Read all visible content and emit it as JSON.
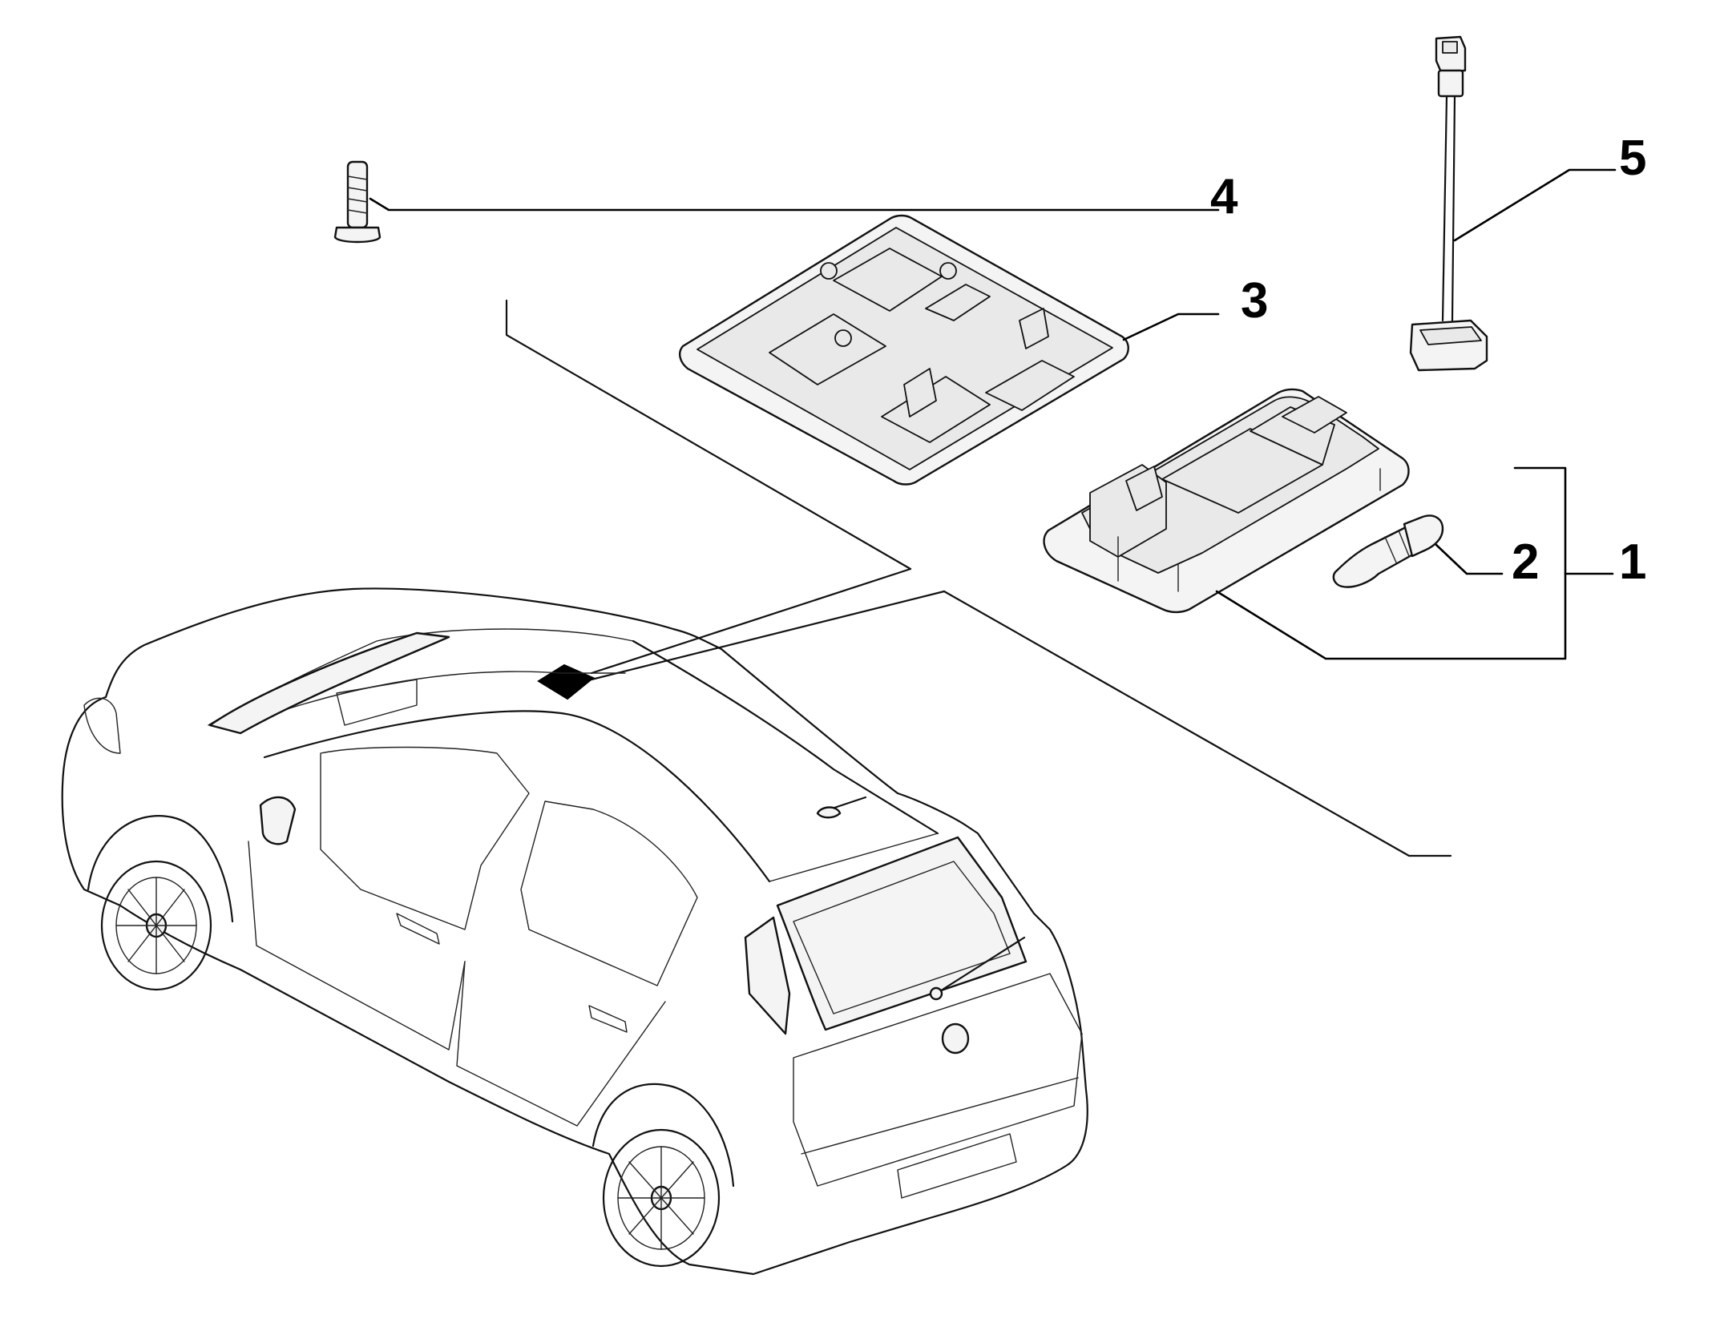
{
  "callouts": {
    "c1": "1",
    "c2": "2",
    "c3": "3",
    "c4": "4",
    "c5": "5"
  },
  "colors": {
    "line": "#111111",
    "part_fill": "#f4f4f4",
    "marker": "#000000",
    "background": "#ffffff"
  },
  "icons": {
    "car": "hatchback-car-line-drawing",
    "marker": "location-marker-square",
    "part_1": "courtesy-lamp-housing",
    "part_2": "festoon-bulb",
    "part_3": "lamp-mounting-bracket",
    "part_4": "screw",
    "part_5": "wiring-harness-connector"
  }
}
